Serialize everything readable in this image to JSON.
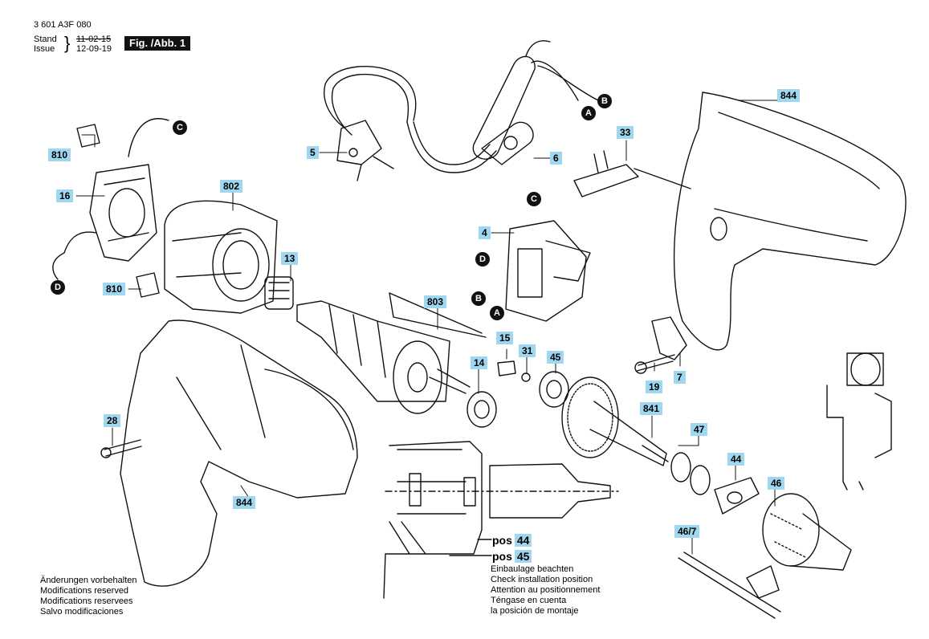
{
  "header": {
    "part_number": "3 601 A3F 080",
    "stand_label": "Stand",
    "issue_label": "Issue",
    "stand_date": "11-02-15",
    "issue_date": "12-09-19",
    "figure_label": "Fig. /Abb. 1"
  },
  "callouts": {
    "c810a": "810",
    "c16": "16",
    "c802": "802",
    "c13": "13",
    "c810b": "810",
    "c5": "5",
    "c6": "6",
    "c33": "33",
    "c844a": "844",
    "c4": "4",
    "c803": "803",
    "c14": "14",
    "c15": "15",
    "c31": "31",
    "c45": "45",
    "c19": "19",
    "c7": "7",
    "c28": "28",
    "c841": "841",
    "c47": "47",
    "c44": "44",
    "c46": "46",
    "c844b": "844",
    "c467": "46/7"
  },
  "connectors": {
    "a_top": "A",
    "b_top": "B",
    "c_left": "C",
    "d_left": "D",
    "c_switch": "C",
    "d_switch": "D",
    "b_switch": "B",
    "a_switch": "A"
  },
  "inset": {
    "pos_prefix": "pos",
    "pos44": "44",
    "pos45": "45",
    "notes": [
      "Einbaulage beachten",
      "Check installation position",
      "Attention au positionnement",
      "Téngase en cuenta",
      "la posición de montaje"
    ]
  },
  "footer": {
    "lines": [
      "Änderungen vorbehalten",
      "Modifications reserved",
      "Modifications reservees",
      "Salvo modificaciones"
    ]
  },
  "colors": {
    "callout_bg": "#9fd6f0",
    "ink": "#111111"
  }
}
